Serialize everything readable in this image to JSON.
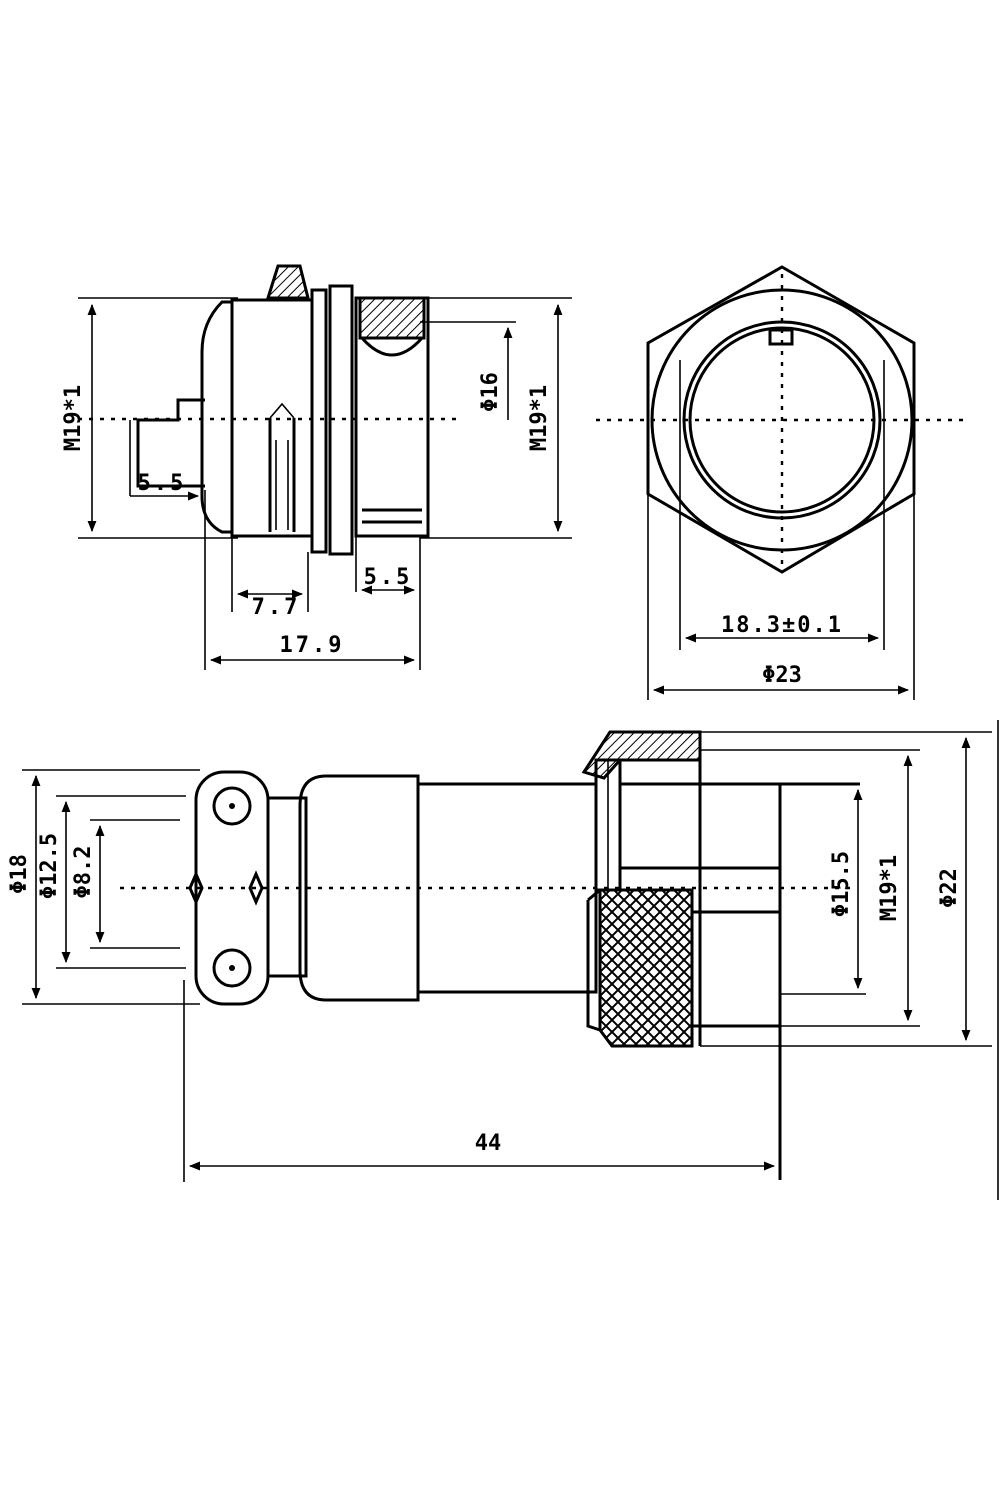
{
  "side_view": {
    "dims": {
      "thread_left": "M19*1",
      "pin_length": "5.5",
      "width_77": "7.7",
      "total_179": "17.9",
      "right_55": "5.5",
      "bore": "Φ16",
      "thread_right": "M19*1"
    }
  },
  "front_view": {
    "dims": {
      "across_flats": "18.3±0.1",
      "outer_dia": "Φ23"
    }
  },
  "plug_view": {
    "dims": {
      "d18": "Φ18",
      "d125": "Φ12.5",
      "d82": "Φ8.2",
      "d155": "Φ15.5",
      "thread": "M19*1",
      "d22": "Φ22",
      "length": "44"
    }
  }
}
